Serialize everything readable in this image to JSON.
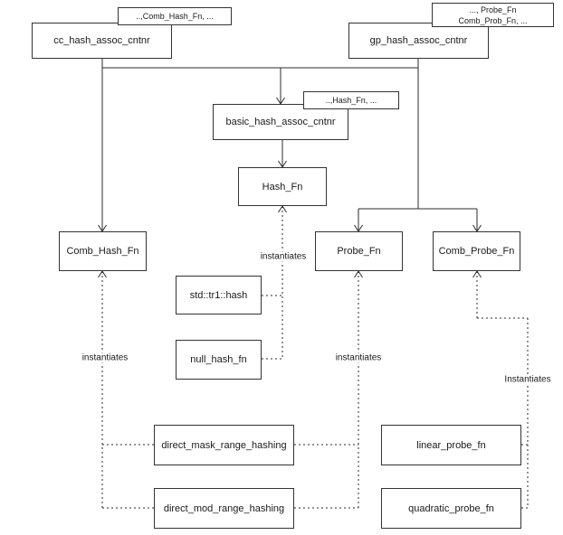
{
  "diagram": {
    "nodes": {
      "cc": {
        "label": "cc_hash_assoc_cntnr"
      },
      "gp": {
        "label": "gp_hash_assoc_cntnr"
      },
      "basic": {
        "label": "basic_hash_assoc_cntnr"
      },
      "hash_fn": {
        "label": "Hash_Fn"
      },
      "comb_hash_fn": {
        "label": "Comb_Hash_Fn"
      },
      "probe_fn": {
        "label": "Probe_Fn"
      },
      "comb_probe_fn": {
        "label": "Comb_Probe_Fn"
      },
      "std_tr1_hash": {
        "label": "std::tr1::hash"
      },
      "null_hash_fn": {
        "label": "null_hash_fn"
      },
      "direct_mask_range_hashing": {
        "label": "direct_mask_range_hashing"
      },
      "direct_mod_range_hashing": {
        "label": "direct_mod_range_hashing"
      },
      "linear_probe_fn": {
        "label": "linear_probe_fn"
      },
      "quadratic_probe_fn": {
        "label": "quadratic_probe_fn"
      }
    },
    "tags": {
      "cc_params": "..,Comb_Hash_Fn, ...",
      "gp_params_line1": "..., Probe_Fn",
      "gp_params_line2": "Comb_Prob_Fn, ...",
      "basic_params": "..,Hash_Fn, ..."
    },
    "edge_labels": {
      "hash_instantiates": "instantiates",
      "comb_hash_instantiates": "instantiates",
      "probe_instantiates": "instantiates",
      "comb_probe_instantiates": "Instantiates"
    },
    "colors": {
      "line": "#2b2b2b",
      "box_border": "#333333",
      "text": "#1a1a1a",
      "background": "#ffffff"
    }
  }
}
